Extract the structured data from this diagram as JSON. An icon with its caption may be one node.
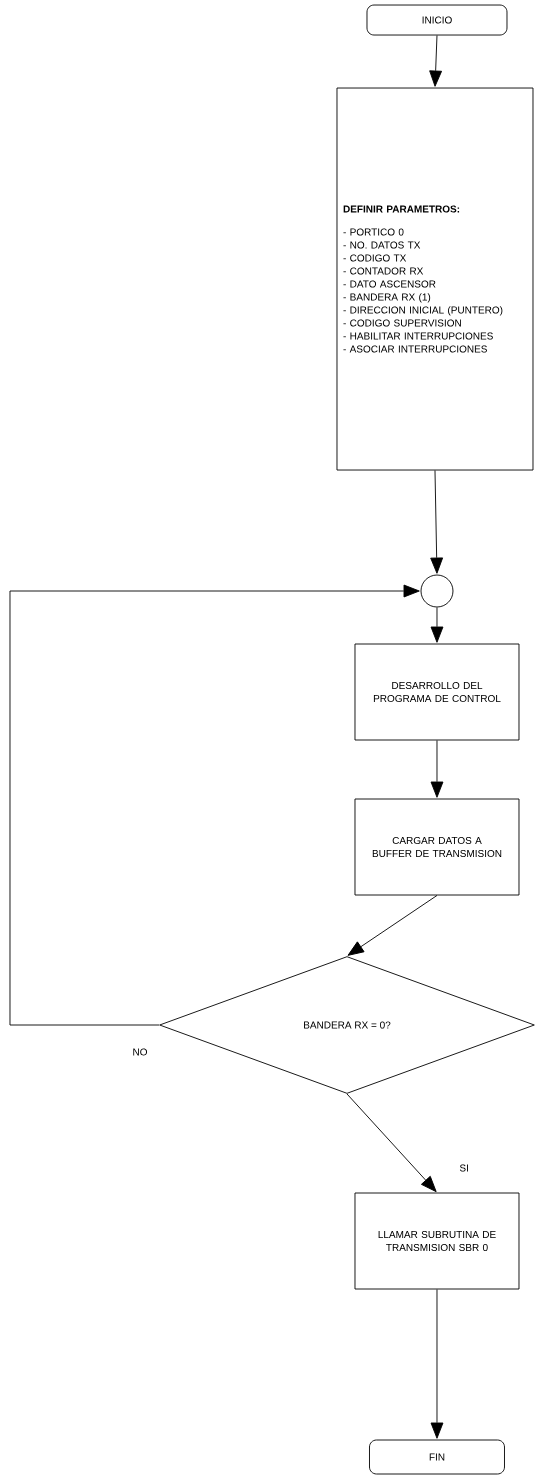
{
  "diagram": {
    "nodes": [
      {
        "text": [
          "INICIO"
        ]
      },
      {
        "text": [
          "DEFINIR PARAMETROS:",
          "- PORTICO 0",
          "- NO. DATOS TX",
          "- CODIGO TX",
          "- CONTADOR RX",
          "- DATO ASCENSOR",
          "- BANDERA RX (1)",
          "- DIRECCION INICIAL (PUNTERO)",
          "- CODIGO SUPERVISION",
          "- HABILITAR INTERRUPCIONES",
          "- ASOCIAR INTERRUPCIONES"
        ]
      },
      {
        "text": [],
        "shape": "circle"
      },
      {
        "text": [
          "DESARROLLO DEL PROGRAMA DE CONTROL"
        ]
      },
      {
        "text": [
          "CARGAR DATOS A BUFFER DE TRANSMISION"
        ]
      },
      {
        "text": [
          "BANDERA RX = 0?"
        ]
      },
      {
        "text": [
          "LLAMAR SUBRUTINA DE TRANSMISION SBR 0"
        ]
      },
      {
        "text": [
          "FIN"
        ]
      }
    ],
    "edges": [
      {
        "from": 0,
        "to": 1,
        "arrow": "to"
      },
      {
        "from": 1,
        "to": 2,
        "arrow": "to"
      },
      {
        "from": 2,
        "to": 3,
        "arrow": "to"
      },
      {
        "from": 3,
        "to": 4,
        "arrow": "to"
      },
      {
        "from": 4,
        "to": 5,
        "arrow": "to"
      },
      {
        "from": 5,
        "to": 6,
        "arrow": "to",
        "label": "SI"
      },
      {
        "from": 6,
        "to": 7,
        "arrow": "to"
      },
      {
        "from": 5,
        "to": 2,
        "arrow": "to",
        "label": "NO"
      }
    ]
  }
}
